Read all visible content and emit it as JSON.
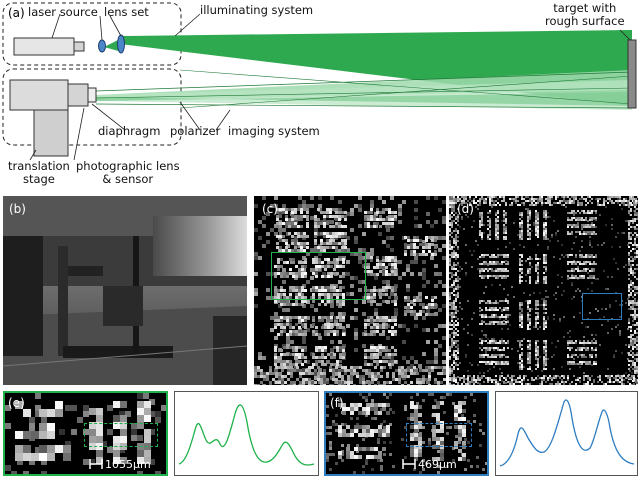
{
  "panel_a": {
    "label": "(a)",
    "laser_source": "laser source",
    "lens_set": "lens set",
    "illuminating_system": "illuminating system",
    "target": "target with\nrough surface",
    "diaphragm": "diaphragm",
    "polarizer": "polarizer",
    "imaging_system": "imaging system",
    "translation_stage": "translation\nstage",
    "photographic_lens": "photographic lens\n& sensor"
  },
  "panel_b": {
    "label": "(b)"
  },
  "panel_c": {
    "label": "(c)"
  },
  "panel_d": {
    "label": "(d)"
  },
  "panel_e": {
    "label": "(e)",
    "scale_text": "1055μm"
  },
  "panel_f": {
    "label": "(f)",
    "scale_text": "469μm"
  },
  "colors": {
    "green": "#1fb24a",
    "blue": "#2e7dc1",
    "beam": "#2ea94f"
  }
}
